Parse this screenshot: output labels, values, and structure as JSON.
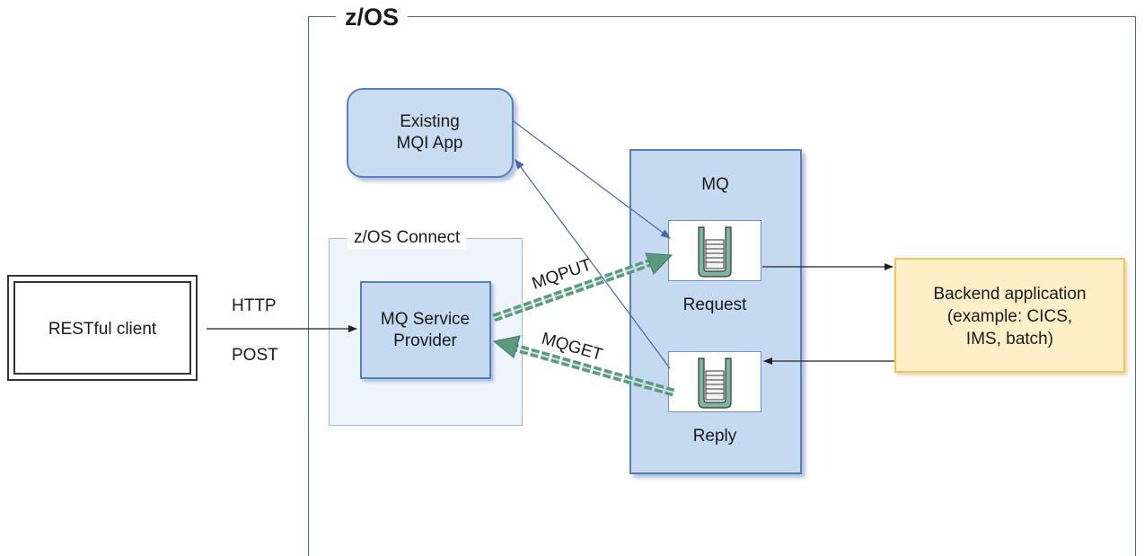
{
  "zos": {
    "title": "z/OS"
  },
  "restful_client": {
    "label": "RESTful client"
  },
  "http_request": {
    "method_line1": "HTTP",
    "method_line2": "POST"
  },
  "mqi_app": {
    "line1": "Existing",
    "line2": "MQI App"
  },
  "zos_connect": {
    "title": "z/OS Connect",
    "provider": {
      "line1": "MQ Service",
      "line2": "Provider"
    }
  },
  "mq": {
    "title": "MQ",
    "queues": {
      "request": "Request",
      "reply": "Reply"
    }
  },
  "backend": {
    "line1": "Backend application",
    "line2": "(example: CICS,",
    "line3": "IMS, batch)"
  },
  "flows": {
    "put_label": "MQPUT",
    "get_label": "MQGET"
  },
  "colors": {
    "frame_blue": "#4a6aa3",
    "component_fill": "#c5d9f0",
    "component_border": "#5580c0",
    "backend_fill": "#fdf0c8",
    "backend_border": "#efc55e",
    "flow_green": "#5c9a80"
  }
}
